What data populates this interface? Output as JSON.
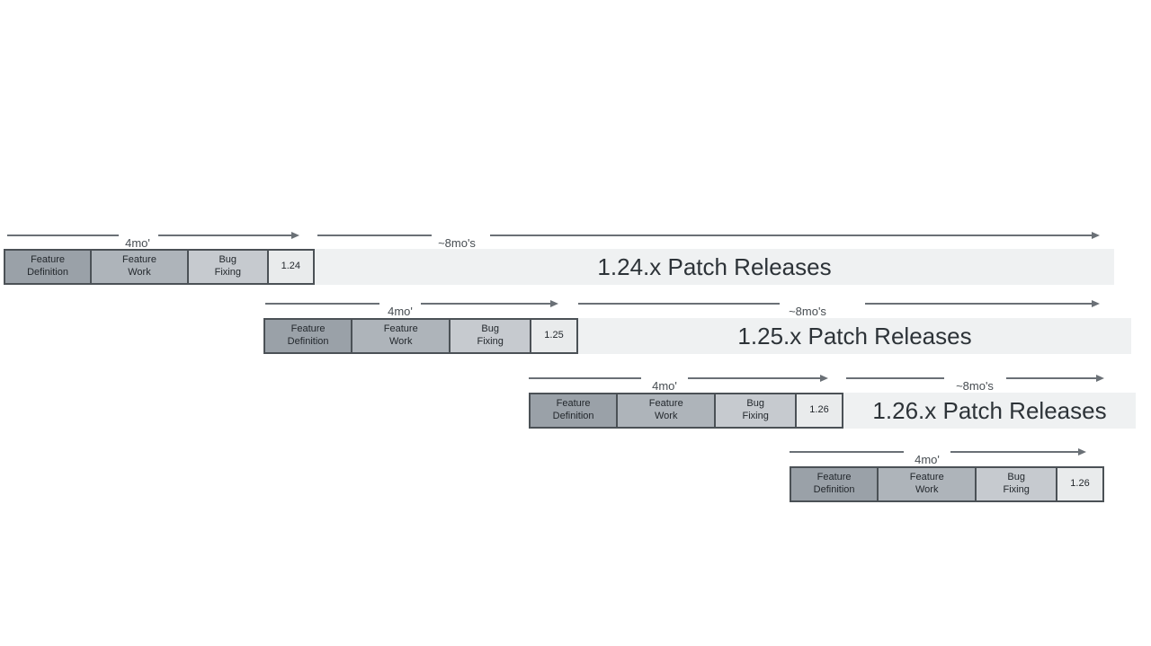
{
  "diagram": {
    "description_labels": {
      "dev_duration": "4mo'",
      "patch_duration": "~8mo's"
    }
  },
  "colors": {
    "phase_definition_fill": "#9aa1a8",
    "phase_work_fill": "#aeb4ba",
    "phase_bugfix_fill": "#c6cacf",
    "version_box_fill": "#e9ebec",
    "patch_bar_fill": "#eff1f2",
    "box_border": "#4b5156",
    "arrow": "#6a7076",
    "text_dark": "#2d3338"
  },
  "rows": [
    {
      "version": "1.24",
      "phases": {
        "definition": "Feature\nDefinition",
        "work": "Feature\nWork",
        "bugfix": "Bug\nFixing"
      },
      "dev_duration_label": "4mo'",
      "patch_duration_label": "~8mo's",
      "patch_bar_label": "1.24.x Patch Releases"
    },
    {
      "version": "1.25",
      "phases": {
        "definition": "Feature\nDefinition",
        "work": "Feature\nWork",
        "bugfix": "Bug\nFixing"
      },
      "dev_duration_label": "4mo'",
      "patch_duration_label": "~8mo's",
      "patch_bar_label": "1.25.x Patch Releases"
    },
    {
      "version": "1.26",
      "phases": {
        "definition": "Feature\nDefinition",
        "work": "Feature\nWork",
        "bugfix": "Bug\nFixing"
      },
      "dev_duration_label": "4mo'",
      "patch_duration_label": "~8mo's",
      "patch_bar_label": "1.26.x Patch Releases"
    },
    {
      "version": "1.26",
      "phases": {
        "definition": "Feature\nDefinition",
        "work": "Feature\nWork",
        "bugfix": "Bug\nFixing"
      },
      "dev_duration_label": "4mo'"
    }
  ]
}
